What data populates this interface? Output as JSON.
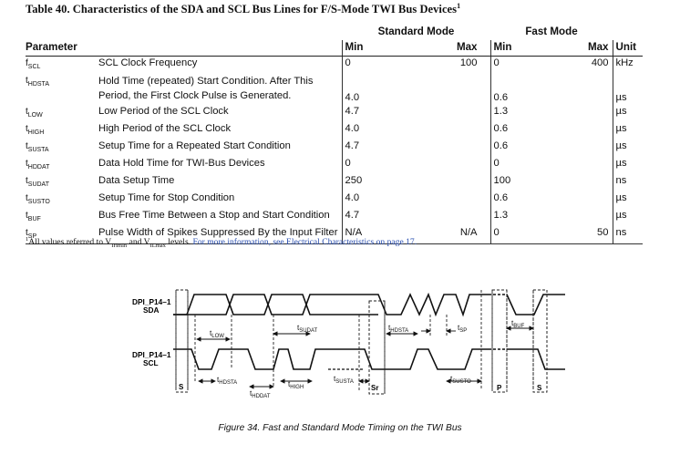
{
  "table": {
    "title": "Table 40.  Characteristics of the SDA and SCL Bus Lines for F/S-Mode TWI Bus Devices",
    "title_sup": "1",
    "headers": {
      "parameter": "Parameter",
      "standard_mode": "Standard Mode",
      "fast_mode": "Fast Mode",
      "min": "Min",
      "max": "Max",
      "unit": "Unit"
    },
    "rows": [
      {
        "sym": "f",
        "sub": "SCL",
        "desc": "SCL Clock Frequency",
        "std_min": "0",
        "std_max": "100",
        "fast_min": "0",
        "fast_max": "400",
        "unit": "kHz"
      },
      {
        "sym": "t",
        "sub": "HDSTA",
        "desc": "Hold Time (repeated) Start Condition. After This Period, the First Clock Pulse is Generated.",
        "std_min": "4.0",
        "std_max": "",
        "fast_min": "0.6",
        "fast_max": "",
        "unit": "µs"
      },
      {
        "sym": "t",
        "sub": "LOW",
        "desc": "Low Period of the SCL Clock",
        "std_min": "4.7",
        "std_max": "",
        "fast_min": "1.3",
        "fast_max": "",
        "unit": "µs"
      },
      {
        "sym": "t",
        "sub": "HIGH",
        "desc": "High Period of the SCL Clock",
        "std_min": "4.0",
        "std_max": "",
        "fast_min": "0.6",
        "fast_max": "",
        "unit": "µs"
      },
      {
        "sym": "t",
        "sub": "SUSTA",
        "desc": "Setup Time for a Repeated Start Condition",
        "std_min": "4.7",
        "std_max": "",
        "fast_min": "0.6",
        "fast_max": "",
        "unit": "µs"
      },
      {
        "sym": "t",
        "sub": "HDDAT",
        "desc": "Data Hold Time for TWI-Bus Devices",
        "std_min": "0",
        "std_max": "",
        "fast_min": "0",
        "fast_max": "",
        "unit": "µs"
      },
      {
        "sym": "t",
        "sub": "SUDAT",
        "desc": "Data Setup Time",
        "std_min": "250",
        "std_max": "",
        "fast_min": "100",
        "fast_max": "",
        "unit": "ns"
      },
      {
        "sym": "t",
        "sub": "SUSTO",
        "desc": "Setup Time for Stop Condition",
        "std_min": "4.0",
        "std_max": "",
        "fast_min": "0.6",
        "fast_max": "",
        "unit": "µs"
      },
      {
        "sym": "t",
        "sub": "BUF",
        "desc": "Bus Free Time Between a Stop and Start Condition",
        "std_min": "4.7",
        "std_max": "",
        "fast_min": "1.3",
        "fast_max": "",
        "unit": "µs"
      },
      {
        "sym": "t",
        "sub": "SP",
        "desc": "Pulse Width of Spikes Suppressed By the Input Filter",
        "std_min": "N/A",
        "std_max": "N/A",
        "fast_min": "0",
        "fast_max": "50",
        "unit": "ns"
      }
    ]
  },
  "footnote": {
    "marker": "1",
    "t1": "All values referred to V",
    "s1": "IHmin",
    "t2": " and V",
    "s2": "ILmax",
    "t3": " levels. ",
    "link": "For more information, see Electrical Characteristics on page 17."
  },
  "diagram": {
    "signal_sda": [
      "DPI_P14–1",
      "SDA"
    ],
    "signal_scl": [
      "DPI_P14–1",
      "SCL"
    ],
    "labels": {
      "tlow": {
        "t": "t",
        "s": "LOW"
      },
      "tsudat": {
        "t": "t",
        "s": "SUDAT"
      },
      "thdsta_top": {
        "t": "t",
        "s": "HDSTA"
      },
      "tsp": {
        "t": "t",
        "s": "SP"
      },
      "tbuf": {
        "t": "t",
        "s": "BUF"
      },
      "thdsta_bot": {
        "t": "t",
        "s": "HDSTA"
      },
      "thigh": {
        "t": "t",
        "s": "HIGH"
      },
      "thddat": {
        "t": "t",
        "s": "HDDAT"
      },
      "tsusta": {
        "t": "t",
        "s": "SUSTA"
      },
      "tsusto": {
        "t": "t",
        "s": "SUSTO"
      }
    },
    "conditions": [
      "S",
      "Sr",
      "P",
      "S"
    ],
    "caption": "Figure 34.  Fast and Standard Mode Timing on the TWI Bus"
  }
}
